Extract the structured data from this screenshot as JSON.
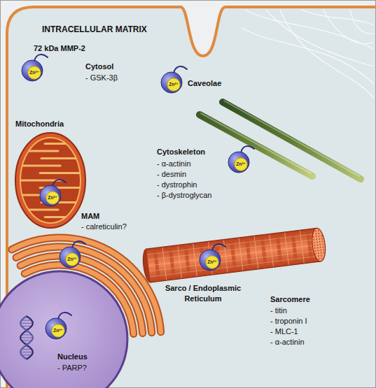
{
  "diagram": {
    "nodes": [
      {
        "text": [
          "INTRACELLULAR MATRIX"
        ]
      },
      {
        "text": [
          "Zn²⁺"
        ],
        "in": 0
      },
      {
        "text": [
          "Zn²⁺"
        ],
        "in": 0
      },
      {
        "text": [
          "Mitochondria"
        ],
        "in": 0
      },
      {
        "text": [
          "Zn²⁺"
        ],
        "in": 0
      },
      {
        "text": [
          "Zn²⁺"
        ],
        "in": 3
      },
      {
        "text": [
          "Sarco / Endoplasmic Reticulum"
        ],
        "in": 0
      },
      {
        "text": [
          "Zn²⁺"
        ],
        "in": 6
      },
      {
        "text": [
          "Sarcomere",
          "- titin",
          "- troponin I",
          "- MLC-1",
          "- α-actinin"
        ],
        "in": 0
      },
      {
        "text": [
          "Zn²⁺"
        ],
        "in": 8
      },
      {
        "text": [
          "Nucleus",
          "- PARP?"
        ],
        "in": 0
      },
      {
        "text": [
          "Zn²⁺"
        ],
        "in": 10
      }
    ],
    "labels": [
      "72 kDa MMP-2",
      "Cytosol",
      "- GSK-3β",
      "Caveolae",
      "Cytoskeleton",
      "- α-actinin",
      "- desmin",
      "- dystrophin",
      "- β-dystroglycan",
      "MAM",
      "- calreticulin?"
    ]
  }
}
